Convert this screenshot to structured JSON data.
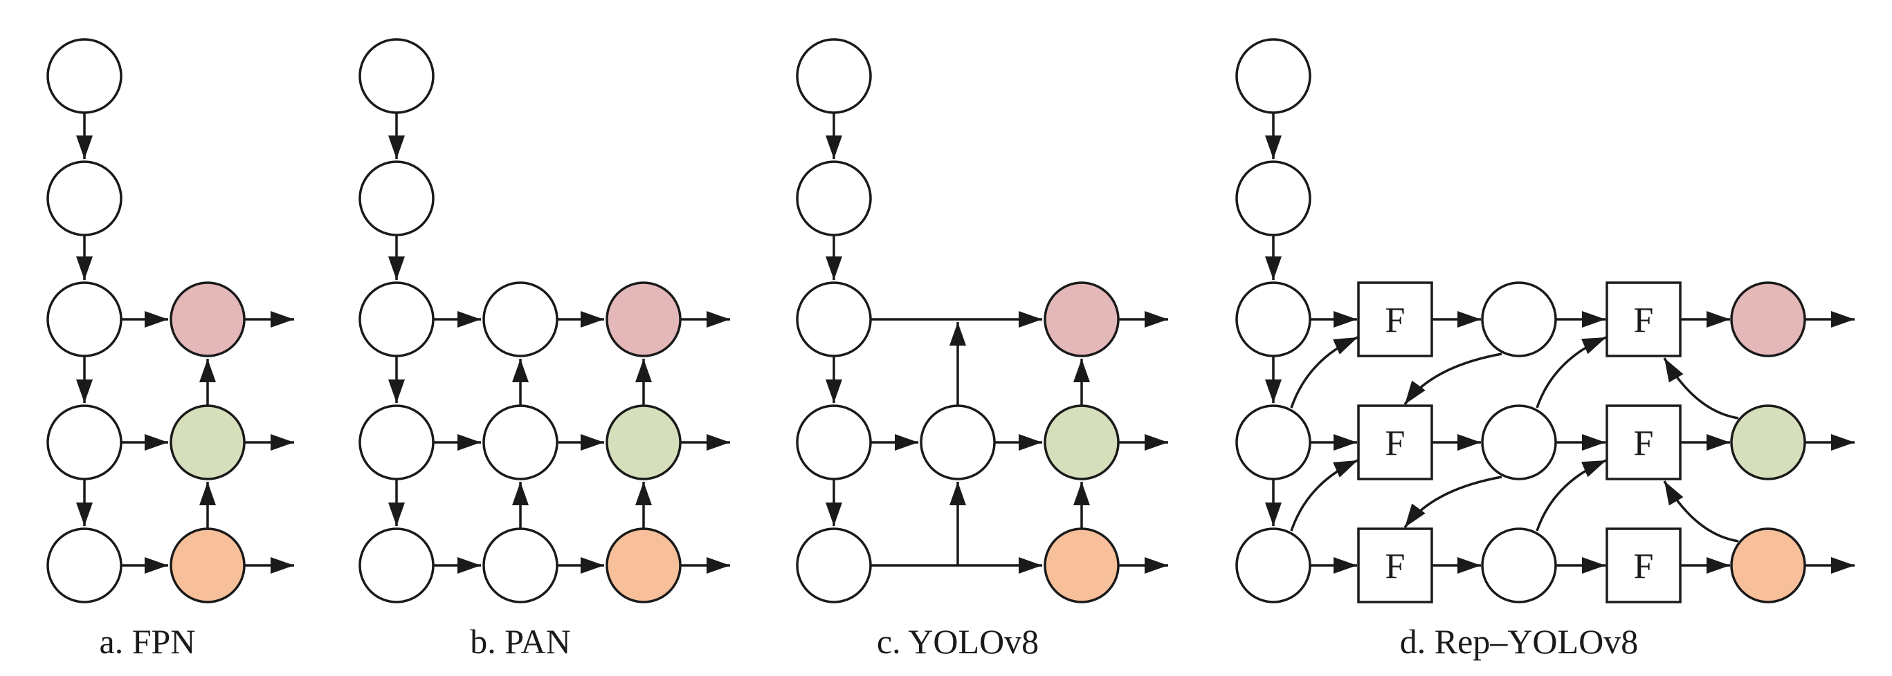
{
  "captions": {
    "a": "a. FPN",
    "b": "b. PAN",
    "c": "c. YOLOv8",
    "d": "d. Rep–YOLOv8"
  },
  "fusion_block_label": "F",
  "colors": {
    "node_plain": "#ffffff",
    "output_top": "#e4b8b8",
    "output_mid": "#d6dfbb",
    "output_bottom": "#f7c09a",
    "stroke": "#1a1a1a"
  }
}
